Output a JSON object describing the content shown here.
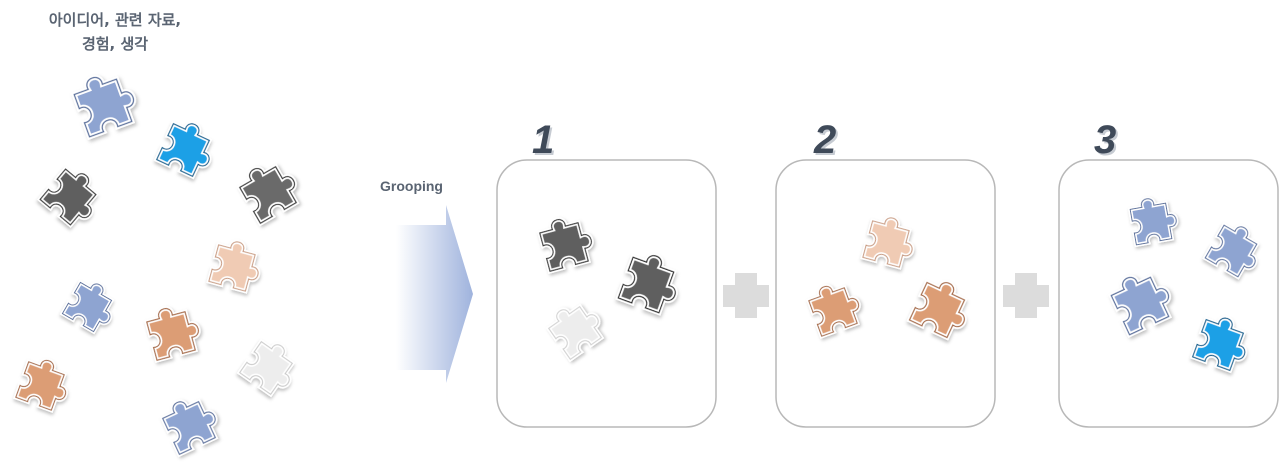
{
  "source": {
    "label_line1": "아이디어, 관련 자료,",
    "label_line2": "경험, 생각"
  },
  "arrow": {
    "label": "Grooping"
  },
  "groups": [
    {
      "number": "1"
    },
    {
      "number": "2"
    },
    {
      "number": "3"
    }
  ],
  "icons": {
    "piece": "puzzle-piece-icon",
    "plus": "plus-icon",
    "arrow": "arrow-right-icon"
  },
  "colors": {
    "blue_light": "#8ea4d1",
    "blue_bright": "#1aa0e6",
    "dark_gray": "#5f5f5f",
    "light_gray": "#ededed",
    "peach": "#f0cbb4",
    "orange": "#dc9d74",
    "box_border": "#b8b8b8",
    "plus": "#dcdcdc",
    "label": "#5a6472",
    "number": "#3f4a59"
  }
}
